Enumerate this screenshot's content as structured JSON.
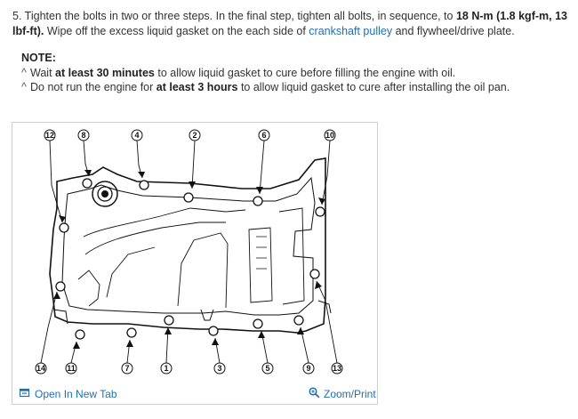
{
  "instructions": {
    "step_number": "5.",
    "text_1": " Tighten the bolts in two or three steps. In the final step, tighten all bolts, in sequence, to ",
    "torque": "18 N-m (1.8 kgf-m, 13 lbf-ft).",
    "text_2": " Wipe off the excess liquid gasket on the each side of ",
    "link_text": "crankshaft pulley",
    "text_3": " and flywheel/drive plate."
  },
  "note": {
    "heading": "NOTE:",
    "items": [
      {
        "caret": "^",
        "pre": "Wait ",
        "bold": "at least 30 minutes",
        "post": " to allow liquid gasket to cure before filling the engine with oil."
      },
      {
        "caret": "^",
        "pre": "Do not run the engine for ",
        "bold": "at least 3 hours",
        "post": " to allow liquid gasket to cure after installing the oil pan."
      }
    ]
  },
  "figure": {
    "bolt_labels": {
      "top": [
        "12",
        "8",
        "4",
        "2",
        "6",
        "10"
      ],
      "bottom": [
        "14",
        "11",
        "7",
        "1",
        "3",
        "5",
        "9",
        "13"
      ]
    }
  },
  "footer": {
    "open_tab": "Open In New Tab",
    "zoom": "Zoom/Print"
  },
  "colors": {
    "link": "#1f6fb5",
    "text": "#333333"
  },
  "icons": {
    "open_tab": "open-in-new-tab-icon",
    "zoom": "magnifier-icon"
  }
}
